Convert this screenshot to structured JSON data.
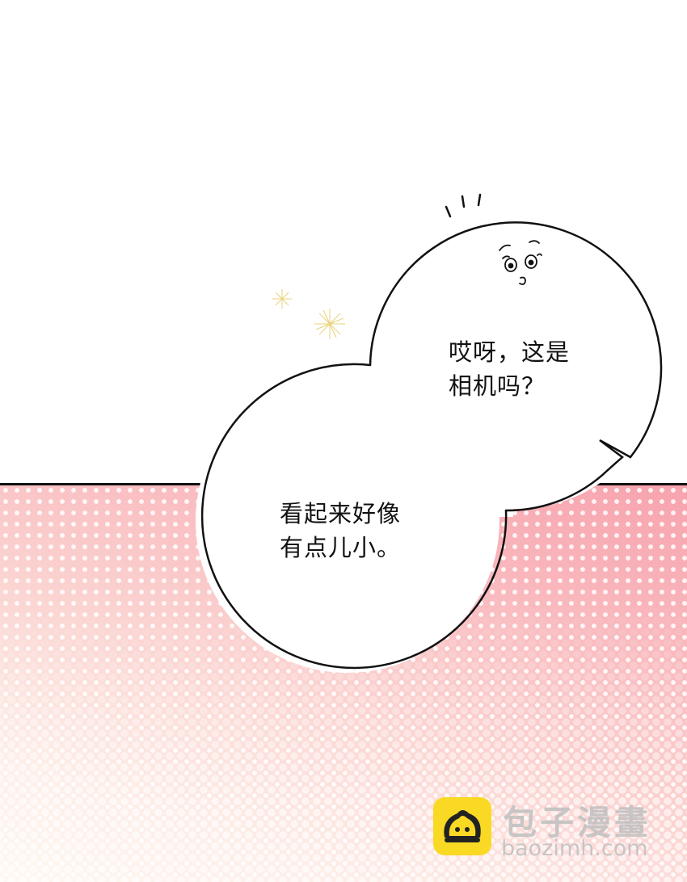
{
  "speech": {
    "upper_text": "哎呀，这是\n相机吗？",
    "lower_text": "看起来好像\n有点儿小。"
  },
  "watermark": {
    "title": "包子漫畫",
    "url": "baozimh.com",
    "logo_color": "#f9d923"
  },
  "colors": {
    "panel_pink": "#f7a3ae",
    "panel_cream": "#fff8f2",
    "outline": "#111111"
  }
}
